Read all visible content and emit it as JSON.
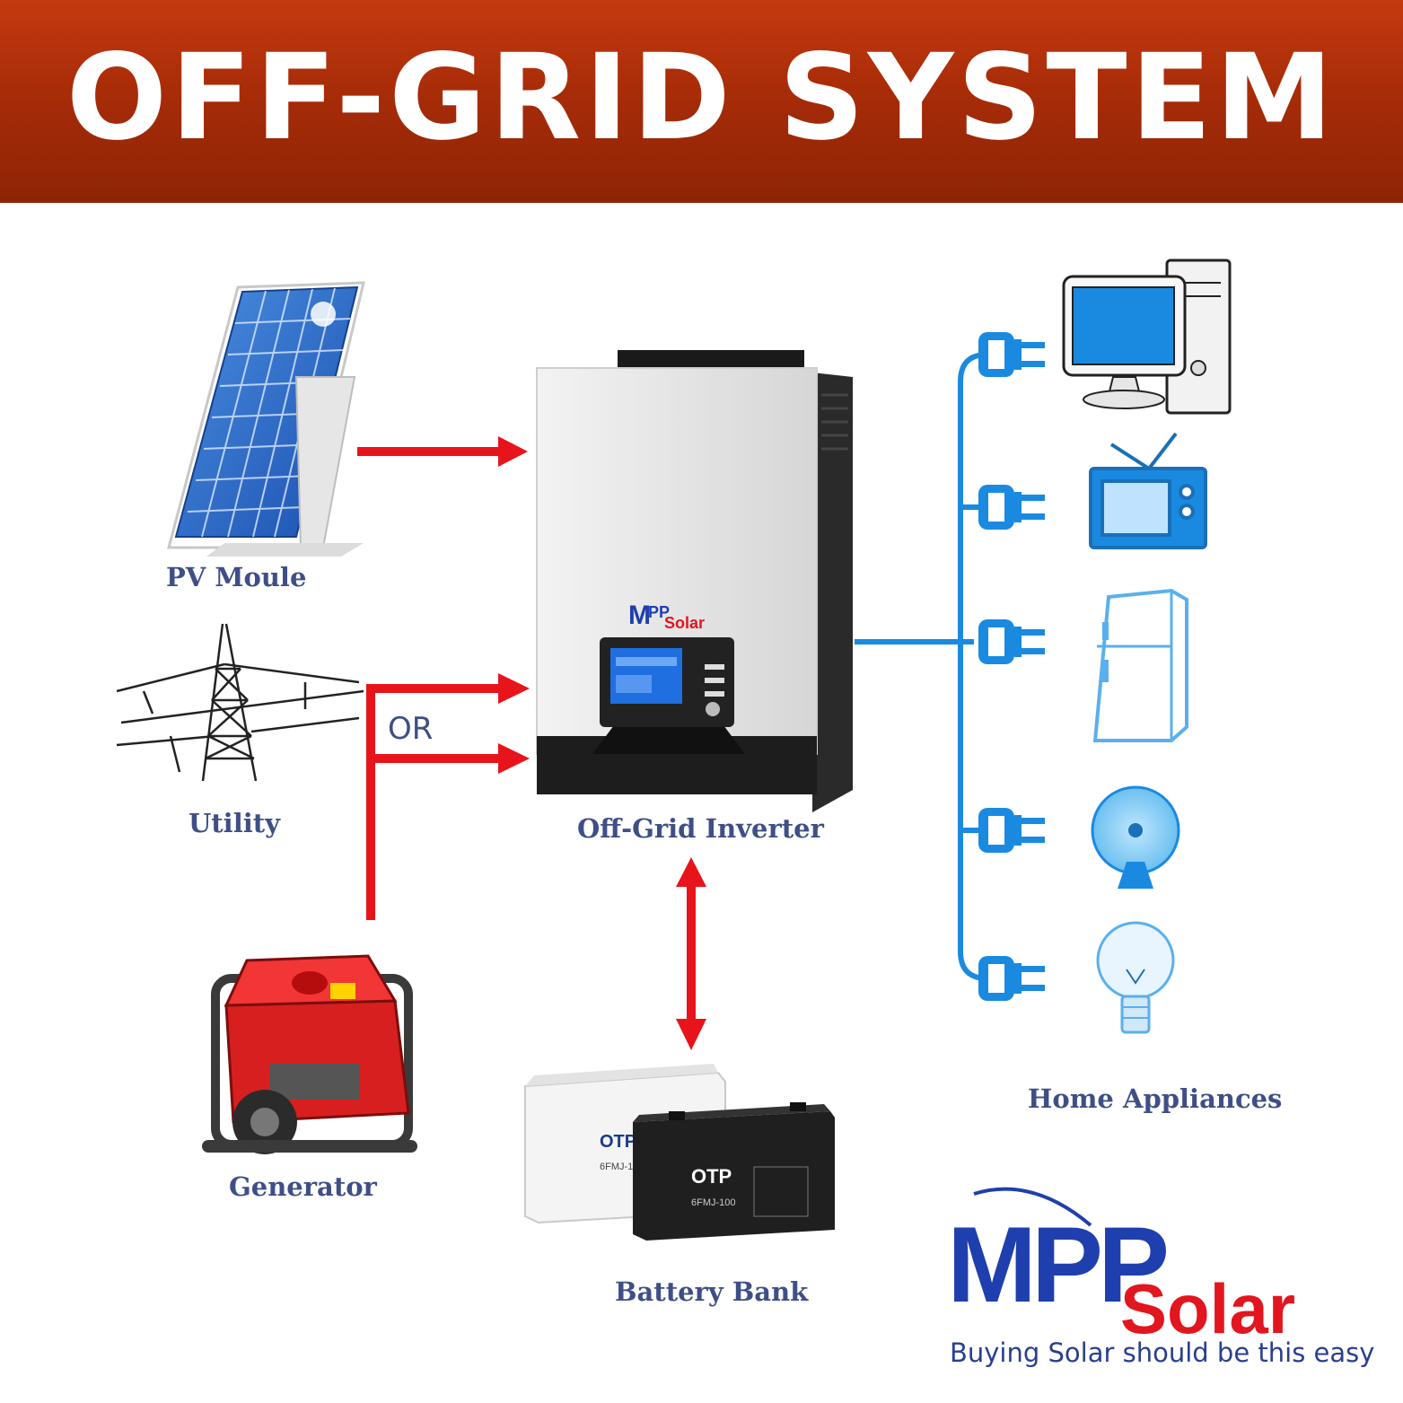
{
  "title": "OFF-GRID SYSTEM",
  "labels": {
    "pv": "PV Moule",
    "utility": "Utility",
    "generator": "Generator",
    "inverter": "Off-Grid Inverter",
    "battery": "Battery Bank",
    "appliances": "Home Appliances",
    "or": "OR"
  },
  "inverter_logo": {
    "m": "M",
    "pp": "PP",
    "solar": "Solar"
  },
  "battery_brand": {
    "otp": "OTP",
    "model": "6FMJ-100"
  },
  "brand": {
    "mpp": "MPP",
    "solar": "Solar",
    "tagline": "Buying Solar should be this easy"
  },
  "colors": {
    "banner": "#a82c08",
    "arrow_red": "#e8141b",
    "cable_blue": "#1a8ae0",
    "label_navy": "#3f4f86",
    "brand_blue": "#1f3fae",
    "brand_red": "#e2161e"
  }
}
